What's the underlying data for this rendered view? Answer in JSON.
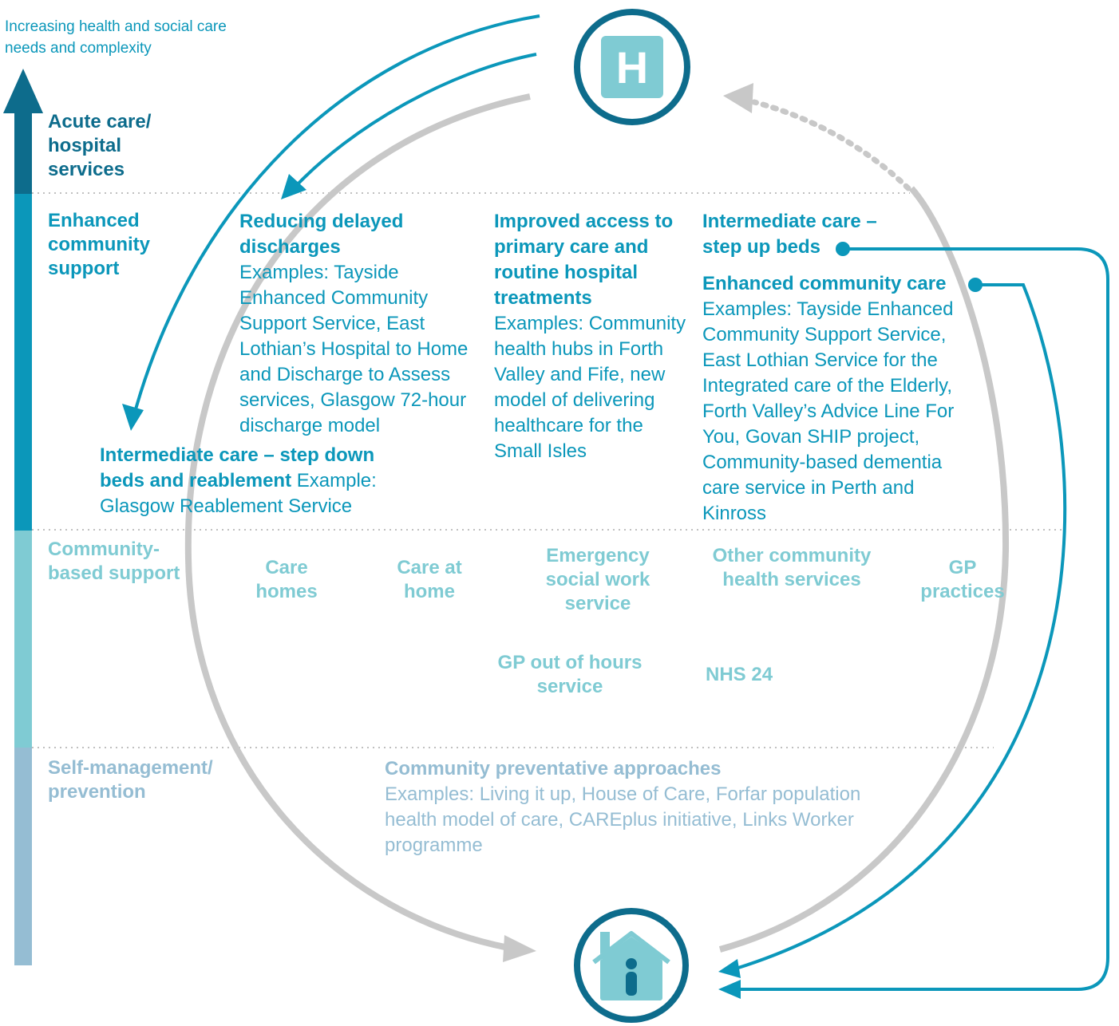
{
  "axis_label": "Increasing health and social care needs and complexity",
  "levels": [
    {
      "id": "acute",
      "label": "Acute care/ hospital services",
      "color": "#0d6c8c"
    },
    {
      "id": "enhanced",
      "label": "Enhanced community support",
      "color": "#0b97ba"
    },
    {
      "id": "community",
      "label": "Community-based support",
      "color": "#7fcbd3"
    },
    {
      "id": "self",
      "label": "Self-management/ prevention",
      "color": "#95bdd3"
    }
  ],
  "enhanced_boxes": {
    "delayed": {
      "title": "Reducing delayed discharges",
      "text": "Examples: Tayside Enhanced Community Support Service, East Lothian’s Hospital to Home and Discharge to Assess services, Glasgow 72-hour discharge model"
    },
    "primary": {
      "title": "Improved access to primary care and routine hospital treatments",
      "text": "Examples: Community health hubs in Forth Valley and Fife, new model of delivering healthcare for the Small Isles"
    },
    "stepup": {
      "title": "Intermediate care – step up beds"
    },
    "enhcare": {
      "title": "Enhanced community care",
      "text": "Examples: Tayside Enhanced Community Support Service, East Lothian Service for the Integrated care of the Elderly, Forth Valley’s Advice Line For You, Govan SHIP project, Community-based dementia care service in Perth and Kinross"
    },
    "stepdown": {
      "title": "Intermediate care – step down beds and reablement",
      "text": "Example: Glasgow Reablement Service"
    }
  },
  "community_services": [
    "Care homes",
    "Care at home",
    "Emergency social work service",
    "Other community health services",
    "GP practices",
    "GP out of hours service",
    "NHS 24"
  ],
  "prevention": {
    "title": "Community preventative approaches",
    "text": "Examples: Living it up, House of Care, Forfar population health model of care, CAREplus initiative, Links Worker programme"
  },
  "icons": {
    "hospital": "hospital-H-icon",
    "hospital_letter": "H",
    "home": "home-person-icon"
  },
  "colors": {
    "dark": "#0d6c8c",
    "teal": "#0b97ba",
    "light": "#7fcbd3",
    "pale": "#95bdd3",
    "grey": "#c8c8c8",
    "divider": "#c0c0c0"
  }
}
